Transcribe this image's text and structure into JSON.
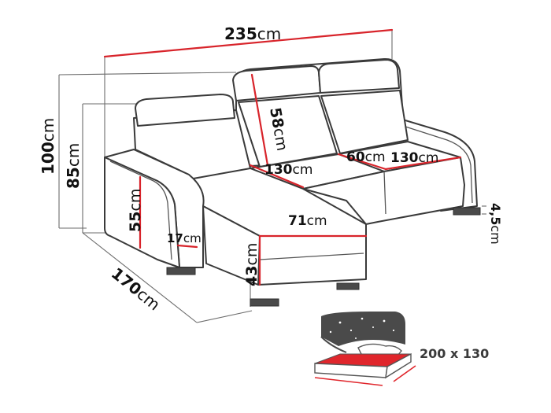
{
  "dimensions": {
    "width_total": {
      "value": "235",
      "unit": "cm"
    },
    "height_total": {
      "value": "100",
      "unit": "cm"
    },
    "height_armrest": {
      "value": "85",
      "unit": "cm"
    },
    "depth_chaise": {
      "value": "170",
      "unit": "cm"
    },
    "backrest_height": {
      "value": "58",
      "unit": "cm"
    },
    "seat_width_chaise": {
      "value": "130",
      "unit": "cm"
    },
    "seat_depth": {
      "value": "60",
      "unit": "cm"
    },
    "seat_width_main": {
      "value": "130",
      "unit": "cm"
    },
    "armrest_height": {
      "value": "55",
      "unit": "cm"
    },
    "chaise_front_width": {
      "value": "71",
      "unit": "cm"
    },
    "armrest_width": {
      "value": "17",
      "unit": "cm"
    },
    "leg_height": {
      "value": "4,5",
      "unit": "cm"
    },
    "seat_height": {
      "value": "43",
      "unit": "cm"
    }
  },
  "bed": {
    "size_label": "200 x 130"
  }
}
